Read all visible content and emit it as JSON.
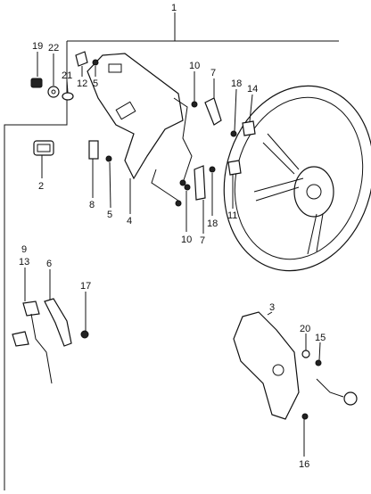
{
  "diagram": {
    "callouts": [
      {
        "key": "p1",
        "text": "1"
      },
      {
        "key": "p19",
        "text": "19"
      },
      {
        "key": "p22",
        "text": "22"
      },
      {
        "key": "p21",
        "text": "21"
      },
      {
        "key": "p12",
        "text": "12"
      },
      {
        "key": "p5a",
        "text": "5"
      },
      {
        "key": "p10a",
        "text": "10"
      },
      {
        "key": "p7a",
        "text": "7"
      },
      {
        "key": "p18a",
        "text": "18"
      },
      {
        "key": "p14",
        "text": "14"
      },
      {
        "key": "p2",
        "text": "2"
      },
      {
        "key": "p8",
        "text": "8"
      },
      {
        "key": "p5b",
        "text": "5"
      },
      {
        "key": "p4",
        "text": "4"
      },
      {
        "key": "p10b",
        "text": "10"
      },
      {
        "key": "p7b",
        "text": "7"
      },
      {
        "key": "p18b",
        "text": "18"
      },
      {
        "key": "p11",
        "text": "11"
      },
      {
        "key": "p9",
        "text": "9"
      },
      {
        "key": "p13",
        "text": "13"
      },
      {
        "key": "p6",
        "text": "6"
      },
      {
        "key": "p17",
        "text": "17"
      },
      {
        "key": "p3",
        "text": "3"
      },
      {
        "key": "p20",
        "text": "20"
      },
      {
        "key": "p15",
        "text": "15"
      },
      {
        "key": "p16",
        "text": "16"
      }
    ]
  }
}
